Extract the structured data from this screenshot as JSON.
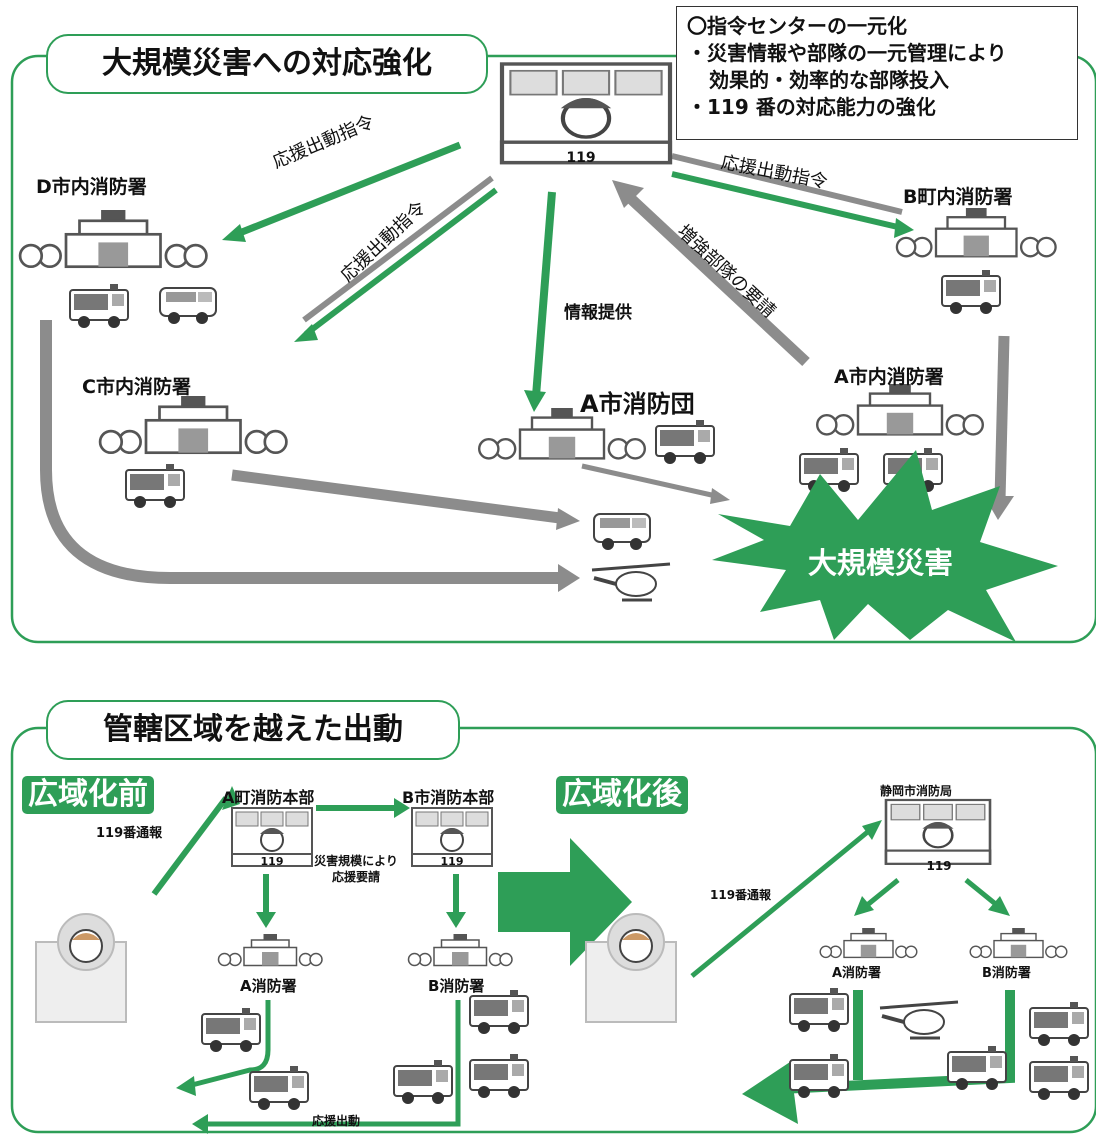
{
  "colors": {
    "green": "#2e9e57",
    "gray": "#8c8c8c",
    "frame": "#2e9e57"
  },
  "top": {
    "title": "大規模災害への対応強化",
    "info": {
      "line1": "〇指令センターの一元化",
      "line2": "・災害情報や部隊の一元管理により",
      "line3": "効果的・効率的な部隊投入",
      "line4": "・119 番の対応能力の強化"
    },
    "center_sign": "119",
    "stations": {
      "d": "D市内消防署",
      "c": "C市内消防署",
      "b": "B町内消防署",
      "a": "A市内消防署",
      "a_dan": "A市消防団"
    },
    "arrows": {
      "support1": "応援出動指令",
      "support2": "応援出動指令",
      "support3": "応援出動指令",
      "info_provide": "情報提供",
      "request": "増強部隊の要請"
    },
    "disaster": "大規模災害"
  },
  "bottom": {
    "title": "管轄区域を越えた出動",
    "before": {
      "tag": "広域化前",
      "hq_a": "A町消防本部",
      "hq_b": "B市消防本部",
      "sign_a": "119",
      "sign_b": "119",
      "call": "119番通報",
      "request_line1": "災害規模により",
      "request_line2": "応援要請",
      "station_a": "A消防署",
      "station_b": "B消防署",
      "support": "応援出動"
    },
    "after": {
      "tag": "広域化後",
      "hq": "静岡市消防局",
      "sign": "119",
      "call": "119番通報",
      "station_a": "A消防署",
      "station_b": "B消防署"
    }
  }
}
